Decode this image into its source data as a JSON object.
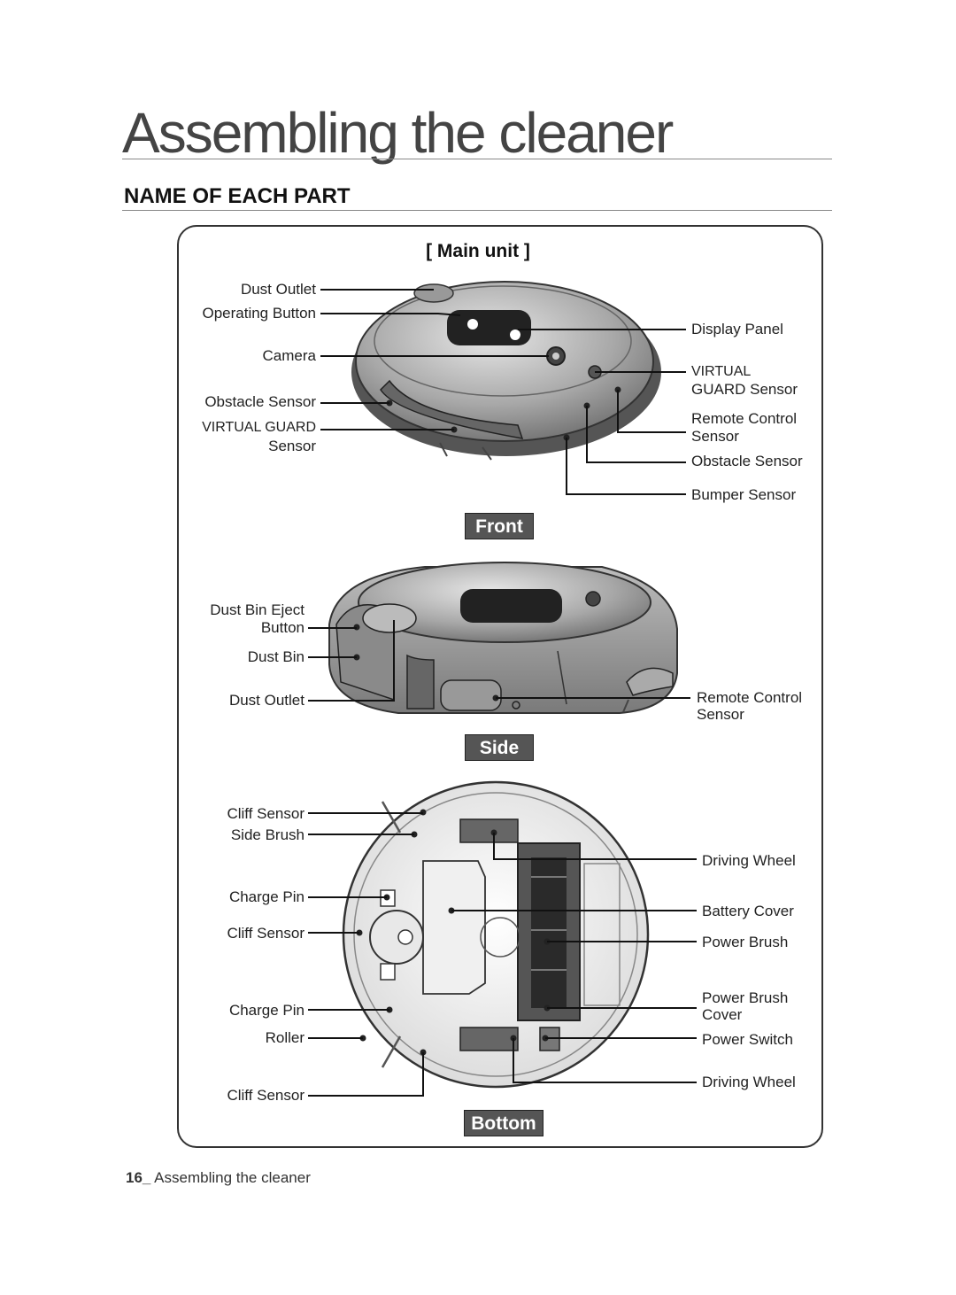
{
  "page": {
    "title": "Assembling the cleaner",
    "section": "NAME OF EACH PART",
    "subtitle": "[ Main unit ]",
    "footer_number": "16_",
    "footer_text": " Assembling the cleaner"
  },
  "views": {
    "front": "Front",
    "side": "Side",
    "bottom": "Bottom"
  },
  "front_labels": {
    "dust_outlet": "Dust Outlet",
    "operating_button": "Operating Button",
    "camera": "Camera",
    "obstacle_sensor_left": "Obstacle Sensor",
    "virtual_guard_left_1": "VIRTUAL GUARD",
    "virtual_guard_left_2": "Sensor",
    "display_panel": "Display Panel",
    "virtual_guard_right_1": "VIRTUAL",
    "virtual_guard_right_2": "GUARD Sensor",
    "remote_control_1": "Remote Control",
    "remote_control_2": "Sensor",
    "obstacle_sensor_right": "Obstacle Sensor",
    "bumper_sensor": "Bumper Sensor"
  },
  "side_labels": {
    "dust_bin_eject_1": "Dust Bin Eject",
    "dust_bin_eject_2": "Button",
    "dust_bin": "Dust Bin",
    "dust_outlet": "Dust Outlet",
    "remote_control_1": "Remote Control",
    "remote_control_2": "Sensor"
  },
  "bottom_labels": {
    "cliff_sensor_top": "Cliff Sensor",
    "side_brush": "Side Brush",
    "charge_pin_top": "Charge Pin",
    "cliff_sensor_mid": "Cliff Sensor",
    "charge_pin_bottom": "Charge Pin",
    "roller": "Roller",
    "cliff_sensor_bottom": "Cliff Sensor",
    "driving_wheel_top": "Driving Wheel",
    "battery_cover": "Battery Cover",
    "power_brush": "Power Brush",
    "power_brush_cover_1": "Power Brush",
    "power_brush_cover_2": "Cover",
    "power_switch": "Power Switch",
    "driving_wheel_bottom": "Driving Wheel"
  }
}
